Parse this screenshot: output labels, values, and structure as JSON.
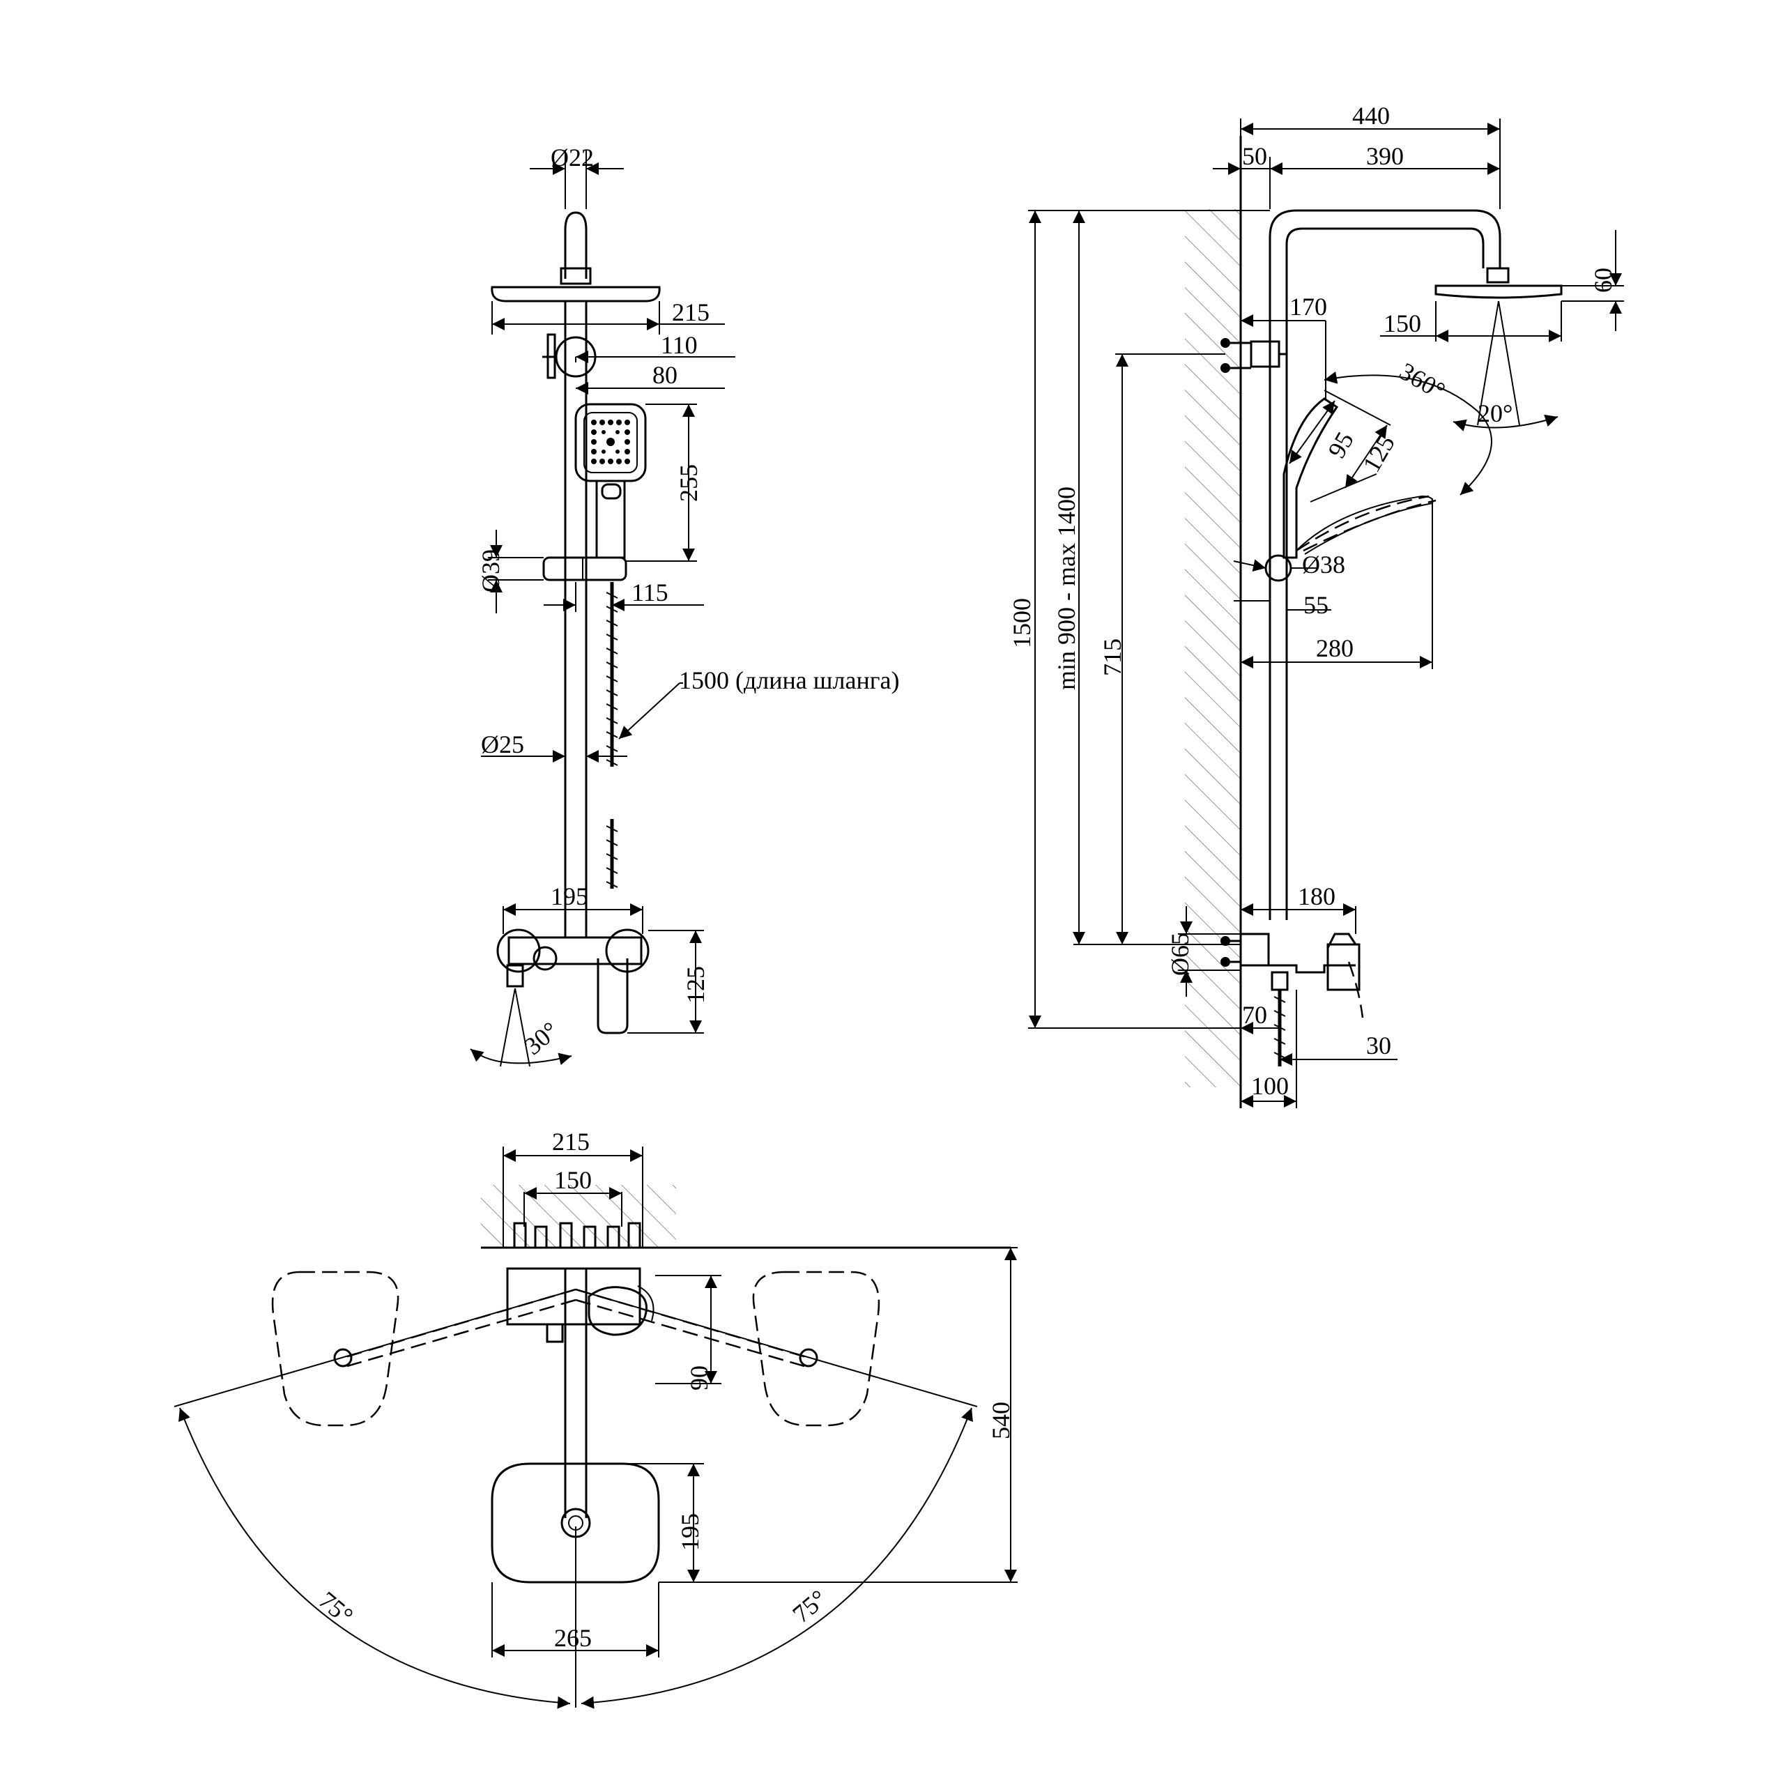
{
  "front_view": {
    "diam_22": "Ø22",
    "dim_215": "215",
    "dim_110": "110",
    "dim_80": "80",
    "dim_255": "255",
    "diam_39": "Ø39",
    "dim_115": "115",
    "hose_length": "1500 (длина шланга)",
    "diam_25": "Ø25",
    "dim_195": "195",
    "dim_125": "125",
    "angle_30": "30°"
  },
  "side_view": {
    "dim_440": "440",
    "dim_50": "50",
    "dim_390": "390",
    "dim_60": "60",
    "dim_170": "170",
    "dim_150": "150",
    "angle_360": "360°",
    "angle_20": "20°",
    "dim_95": "95",
    "dim_125": "125",
    "diam_38": "Ø38",
    "dim_55": "55",
    "dim_280": "280",
    "dim_1500": "1500",
    "height_range": "min 900 - max 1400",
    "dim_715": "715",
    "dim_180": "180",
    "diam_65": "Ø65",
    "dim_70": "70",
    "dim_30": "30",
    "dim_100": "100"
  },
  "top_view": {
    "dim_215": "215",
    "dim_150": "150",
    "dim_90": "90",
    "dim_540": "540",
    "dim_195": "195",
    "dim_265": "265",
    "angle_left": "75°",
    "angle_right": "75°"
  }
}
